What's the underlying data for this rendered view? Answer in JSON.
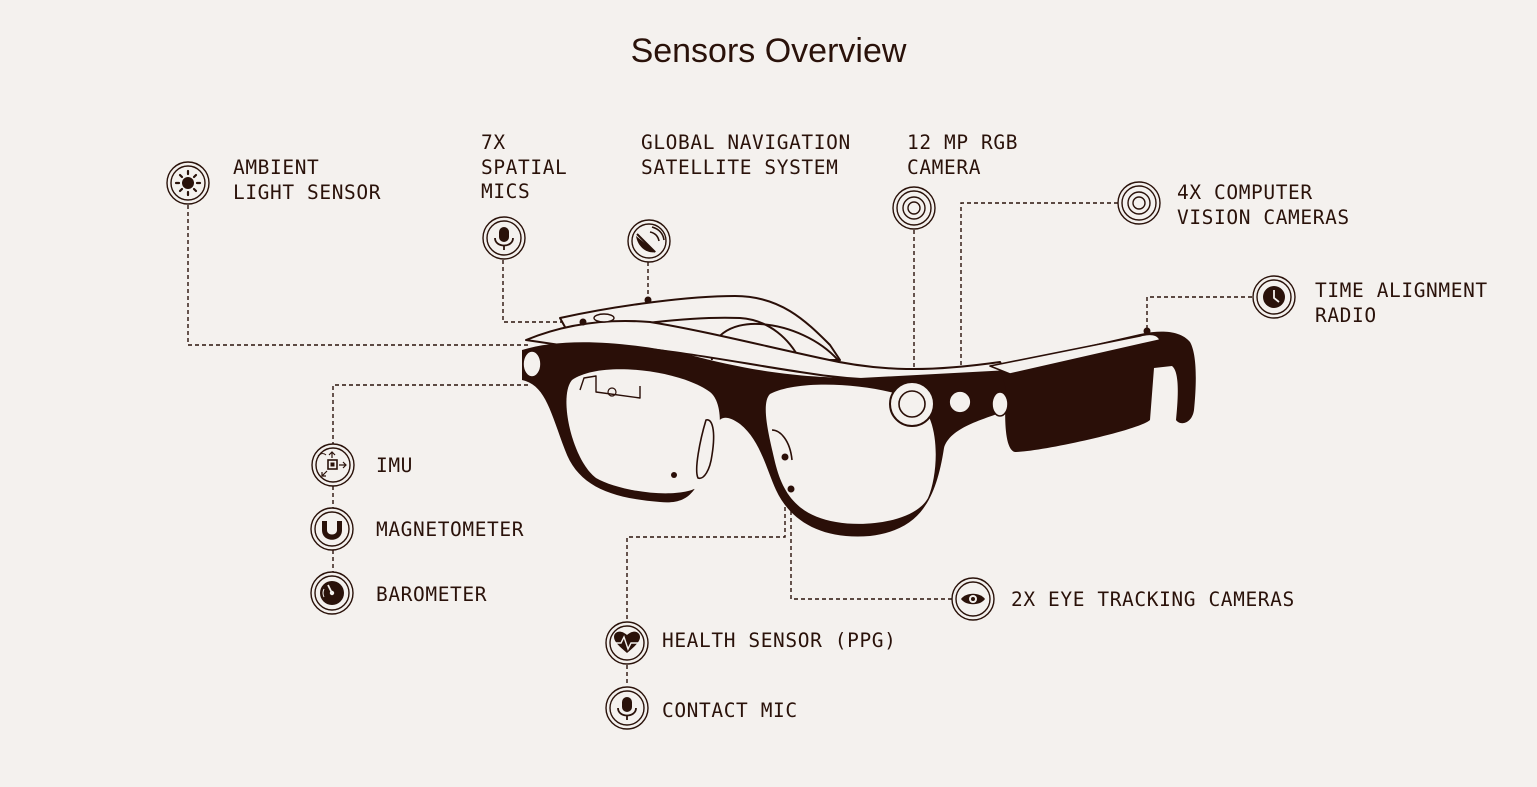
{
  "title": "Sensors Overview",
  "sensors": {
    "ambient_light": "AMBIENT\nLIGHT SENSOR",
    "spatial_mics": "7X\nSPATIAL\nMICS",
    "gnss": "GLOBAL NAVIGATION\nSATELLITE SYSTEM",
    "rgb_camera": "12 MP RGB\nCAMERA",
    "cv_cameras": "4X COMPUTER\nVISION CAMERAS",
    "time_radio": "TIME ALIGNMENT\nRADIO",
    "imu": "IMU",
    "magnetometer": "MAGNETOMETER",
    "barometer": "BAROMETER",
    "eye_tracking": "2X EYE TRACKING CAMERAS",
    "health_sensor": "HEALTH SENSOR (PPG)",
    "contact_mic": "CONTACT MIC"
  },
  "colors": {
    "ink": "#2a120a",
    "background": "#f4f1ee",
    "frame": "#2a0f08"
  }
}
